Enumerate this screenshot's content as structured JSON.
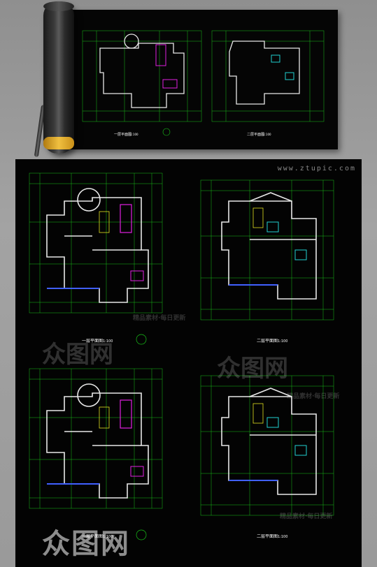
{
  "site_url": "www.ztupic.com",
  "watermark_brand": "众图网",
  "watermark_slogan": "精品素材·每日更新",
  "top_sheet": {
    "plan_1_title": "一层平面图",
    "plan_1_scale": "1:100",
    "plan_2_title": "二层平面图",
    "plan_2_scale": "1:100"
  },
  "lower_sheet": {
    "plan_1_title": "一层平面图",
    "plan_1_scale": "1:100",
    "plan_2_title": "二层平面图",
    "plan_2_scale": "1:100",
    "plan_3_title": "一层平面图",
    "plan_3_scale": "1:100",
    "plan_4_title": "二层平面图",
    "plan_4_scale": "1:100"
  },
  "colors": {
    "grid": "#19c219",
    "wall": "#e8e8e8",
    "accent_magenta": "#e020e0",
    "accent_cyan": "#20d0d0",
    "accent_yellow": "#e0e020"
  }
}
